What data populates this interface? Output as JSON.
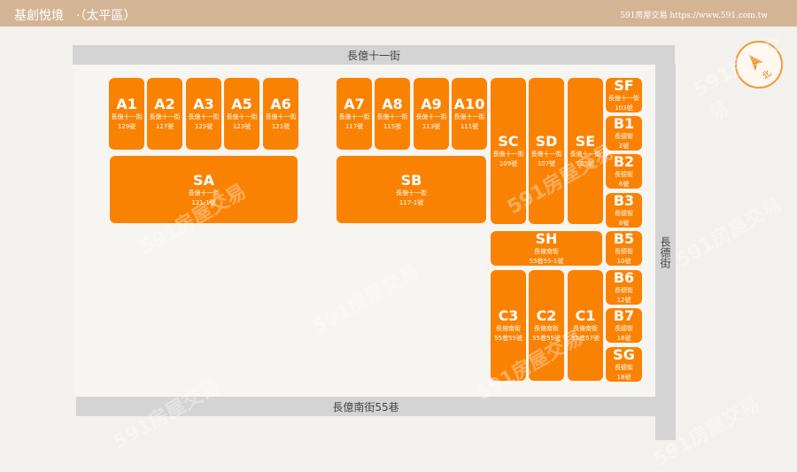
{
  "header": {
    "title": "基創悅境　·（太平區）",
    "site": "591房屋交易 https://www.591.com.tw"
  },
  "roads": {
    "top": "長億十一街",
    "right": "長德街",
    "bottom": "長億南街55巷"
  },
  "compass": {
    "label": "北"
  },
  "watermark": "591房屋交易",
  "units": [
    {
      "code": "A1",
      "street": "長億十一街",
      "no": "129號"
    },
    {
      "code": "A2",
      "street": "長億十一街",
      "no": "127號"
    },
    {
      "code": "A3",
      "street": "長億十一街",
      "no": "125號"
    },
    {
      "code": "A5",
      "street": "長億十一街",
      "no": "123號"
    },
    {
      "code": "A6",
      "street": "長億十一街",
      "no": "121號"
    },
    {
      "code": "SA",
      "street": "長億十一街",
      "no": "121-1號"
    },
    {
      "code": "A7",
      "street": "長億十一街",
      "no": "117號"
    },
    {
      "code": "A8",
      "street": "長億十一街",
      "no": "115號"
    },
    {
      "code": "A9",
      "street": "長億十一街",
      "no": "113號"
    },
    {
      "code": "A10",
      "street": "長億十一街",
      "no": "111號"
    },
    {
      "code": "SB",
      "street": "長億十一街",
      "no": "117-1號"
    },
    {
      "code": "SC",
      "street": "長億十一街",
      "no": "109號"
    },
    {
      "code": "SD",
      "street": "長億十一街",
      "no": "107號"
    },
    {
      "code": "SE",
      "street": "長億十一街",
      "no": "105號"
    },
    {
      "code": "SF",
      "street": "長億十一街",
      "no": "103號"
    },
    {
      "code": "B1",
      "street": "長德街",
      "no": "2號"
    },
    {
      "code": "B2",
      "street": "長德街",
      "no": "6號"
    },
    {
      "code": "B3",
      "street": "長德街",
      "no": "8號"
    },
    {
      "code": "B5",
      "street": "長德街",
      "no": "10號"
    },
    {
      "code": "B6",
      "street": "長德街",
      "no": "12號"
    },
    {
      "code": "B7",
      "street": "長德街",
      "no": "16號"
    },
    {
      "code": "SG",
      "street": "長德街",
      "no": "18號"
    },
    {
      "code": "SH",
      "street": "長億南街",
      "no": "55巷55-1號"
    },
    {
      "code": "C3",
      "street": "長億南街",
      "no": "55巷55號"
    },
    {
      "code": "C2",
      "street": "長億南街",
      "no": "55巷55號"
    },
    {
      "code": "C1",
      "street": "長億南街",
      "no": "55巷57號"
    }
  ]
}
